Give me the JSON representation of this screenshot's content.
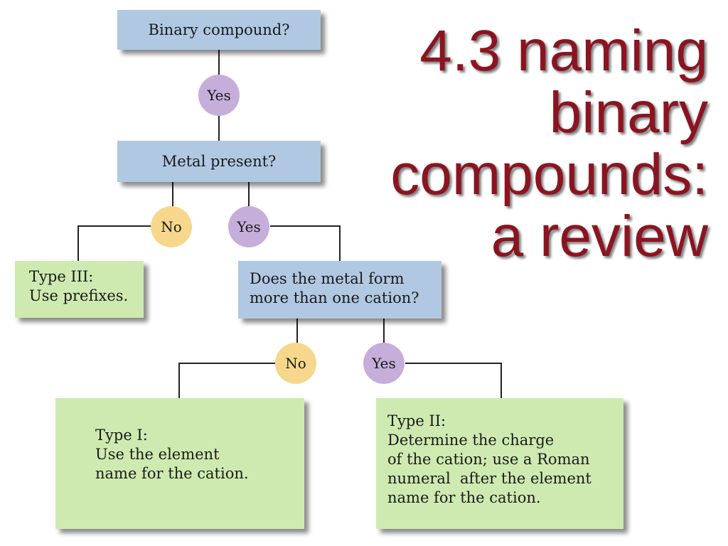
{
  "title": {
    "lines": [
      "4.3 naming",
      "binary",
      "compounds:",
      "a review"
    ],
    "color": "#8b1420"
  },
  "flowchart": {
    "q_binary": "Binary compound?",
    "yes_1": "Yes",
    "q_metal": "Metal present?",
    "no_metal": "No",
    "yes_metal": "Yes",
    "type3": [
      "Type III:",
      "Use prefixes."
    ],
    "q_cation": [
      "Does the metal form",
      "more than one cation?"
    ],
    "no_cation": "No",
    "yes_cation": "Yes",
    "type1": [
      "Type I:",
      "Use the element",
      "name for the cation."
    ],
    "type2": [
      "Type II:",
      "Determine the charge",
      "of the cation; use a Roman",
      "numeral  after the element",
      "name for the cation."
    ]
  },
  "colors": {
    "question_box": "#b0c8e2",
    "result_box": "#cfeab0",
    "yes_circle": "#c6aedb",
    "no_circle": "#f6d78c"
  }
}
